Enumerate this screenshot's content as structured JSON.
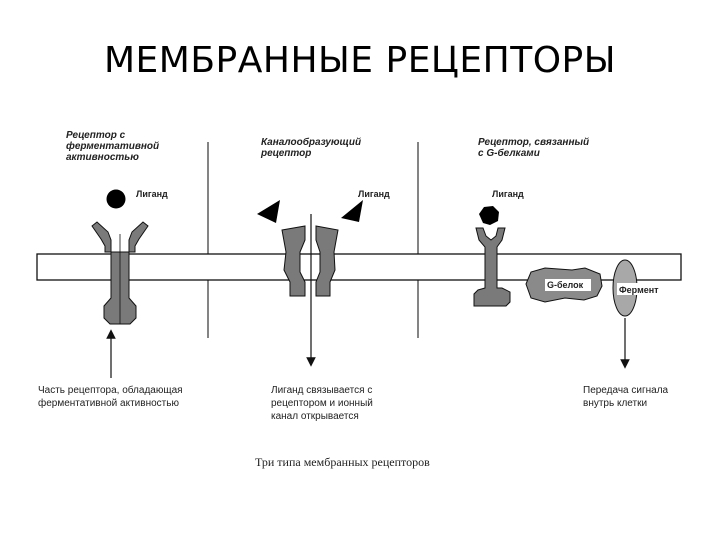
{
  "title": "МЕМБРАННЫЕ РЕЦЕПТОРЫ",
  "panels": [
    {
      "header": [
        "Рецептор с",
        "ферментативной",
        "активностью"
      ],
      "ligand": "Лиганд",
      "note": [
        "Часть рецептора, обладающая",
        "ферментативной активностью"
      ]
    },
    {
      "header": [
        "Каналообразующий",
        "рецептор"
      ],
      "ligand": "Лиганд",
      "note": [
        "Лиганд связывается с",
        "рецептором и ионный",
        "канал открывается"
      ]
    },
    {
      "header": [
        "Рецептор, связанный",
        "с G-белками"
      ],
      "ligand": "Лиганд",
      "g_protein": "G-белок",
      "enzyme": "Фермент",
      "note": [
        "Передача сигнала",
        "внутрь клетки"
      ]
    }
  ],
  "caption": "Три типа мембранных рецепторов",
  "colors": {
    "membrane_fill": "#ffffff",
    "receptor_fill": "#7a7a7a",
    "g_protein_fill": "#8a8a8a",
    "enzyme_fill": "#a8a8a8",
    "ligand_fill": "#000000",
    "line": "#111111"
  }
}
